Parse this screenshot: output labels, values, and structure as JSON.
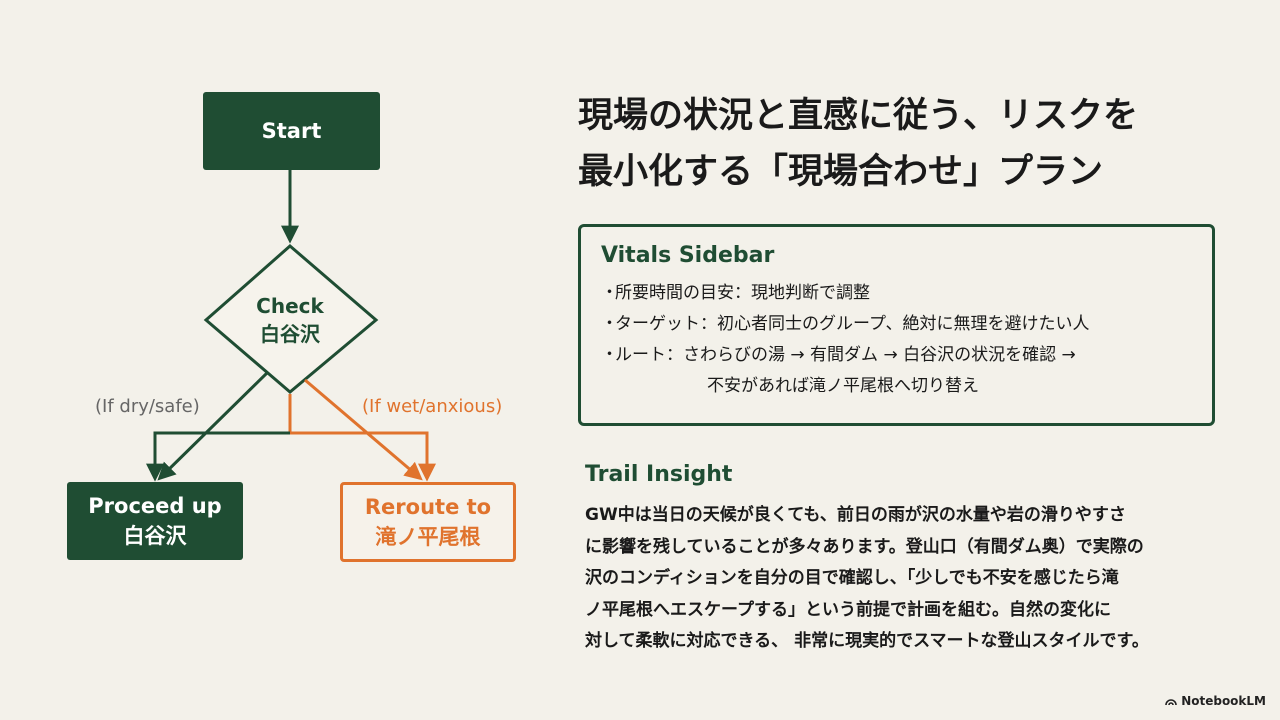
{
  "title_lines": [
    "現場の状況と直感に従う、リスクを",
    "最小化する「現場合わせ」プラン"
  ],
  "flowchart": {
    "start": "Start",
    "check_line1": "Check",
    "check_line2": "白谷沢",
    "label_left": "(If dry/safe)",
    "label_right": "(If wet/anxious)",
    "proceed_line1": "Proceed up",
    "proceed_line2": "白谷沢",
    "reroute_line1": "Reroute to",
    "reroute_line2": "滝ノ平尾根"
  },
  "vitals": {
    "title": "Vitals Sidebar",
    "bullet": "・",
    "time": "所要時間の目安：現地判断で調整",
    "target": "ターゲット：初心者同士のグループ、絶対に無理を避けたい人",
    "route_line1": "ルート：さわらびの湯 → 有間ダム → 白谷沢の状況を確認 →",
    "route_line2": "不安があれば滝ノ平尾根へ切り替え"
  },
  "insight": {
    "title": "Trail Insight",
    "lines": [
      "GW中は当日の天候が良くても、前日の雨が沢の水量や岩の滑りやすさ",
      "に影響を残していることが多々あります。登山口（有間ダム奥）で実際の",
      "沢のコンディションを自分の目で確認し、「少しでも不安を感じたら滝",
      "ノ平尾根へエスケープする」という前提で計画を組む。自然の変化に",
      "対して柔軟に対応できる、 非常に現実的でスマートな登山スタイルです。"
    ]
  },
  "brand": {
    "name": "NotebookLM",
    "icon": "notebooklm-logo-icon"
  },
  "colors": {
    "green": "#1f4d33",
    "orange": "#e0732d",
    "background": "#f3f1ea"
  }
}
